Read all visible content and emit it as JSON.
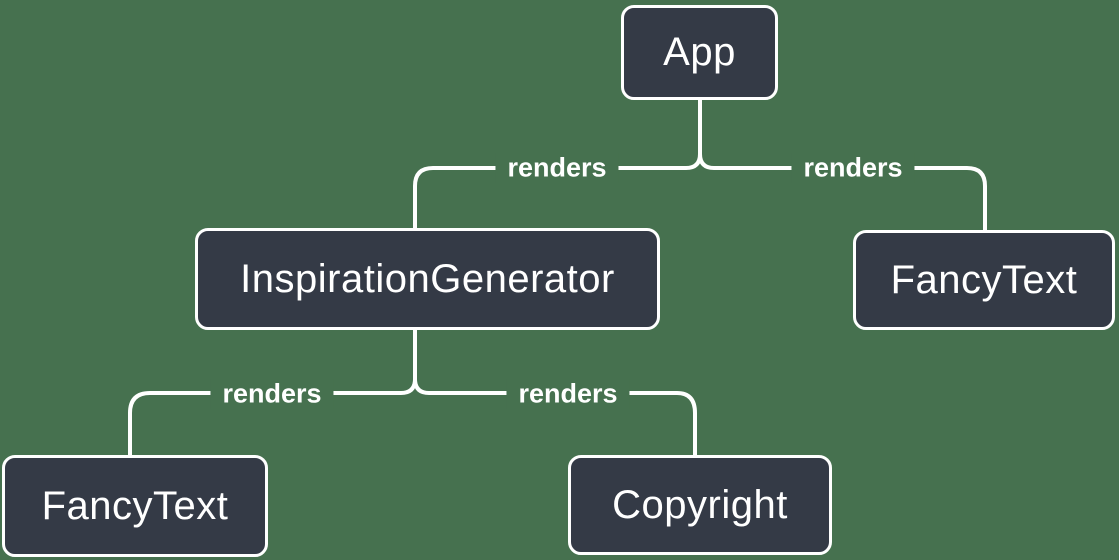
{
  "colors": {
    "background": "#46714F",
    "node_fill": "#343A46",
    "node_border": "#FFFFFF",
    "line": "#FFFFFF",
    "text": "#FFFFFF"
  },
  "nodes": {
    "app": {
      "label": "App"
    },
    "inspiration_generator": {
      "label": "InspirationGenerator"
    },
    "fancy_text_top": {
      "label": "FancyText"
    },
    "fancy_text_bottom": {
      "label": "FancyText"
    },
    "copyright": {
      "label": "Copyright"
    }
  },
  "edges": [
    {
      "from": "App",
      "to": "InspirationGenerator",
      "label": "renders"
    },
    {
      "from": "App",
      "to": "FancyText",
      "label": "renders"
    },
    {
      "from": "InspirationGenerator",
      "to": "FancyText",
      "label": "renders"
    },
    {
      "from": "InspirationGenerator",
      "to": "Copyright",
      "label": "renders"
    }
  ]
}
